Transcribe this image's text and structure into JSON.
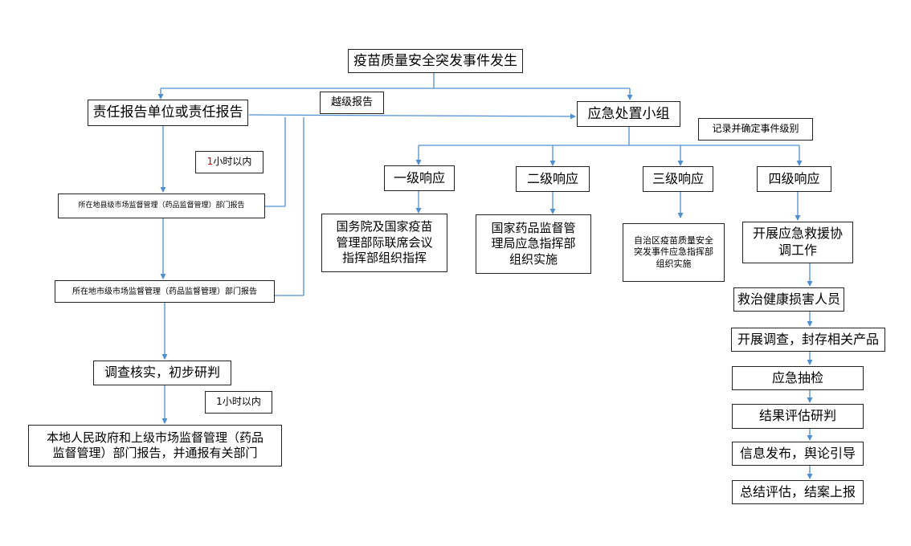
{
  "colors": {
    "connector": "#4f8fd0",
    "border": "#222222",
    "accent": "#c00000"
  },
  "nodes": {
    "event": "疫苗质量安全突发事件发生",
    "report_unit": "责任报告单位或责任报告",
    "skip_level": "越级报告",
    "emergency_team": "应急处置小组",
    "record_level": "记录并确定事件级别",
    "one_hour_1": {
      "digit": "1",
      "text": " 小时以内"
    },
    "county_report": "所在地县级市场监督管理（药品监督管理）部门报告",
    "city_report": "所在地市级市场监督管理（药品监督管理）部门报告",
    "investigate": "调查核实，初步研判",
    "one_hour_2": {
      "digit": "1",
      "text": " 小时以内"
    },
    "local_gov": "本地人民政府和上级市场监督管理（药品\n监督管理）部门报告，并通报有关部门",
    "level1": "一级响应",
    "level2": "二级响应",
    "level3": "三级响应",
    "level4": "四级响应",
    "state_council": "国务院及国家疫苗\n管理部际联席会议\n指挥部组织指挥",
    "nmpa": "国家药品监督管\n理局应急指挥部\n组织实施",
    "region": "自治区疫苗质量安全\n突发事件应急指挥部\n组织实施",
    "rescue": "开展应急救援协\n调工作",
    "treat": "救治健康损害人员",
    "survey": "开展调查，封存相关产品",
    "sampling": "应急抽检",
    "evaluate": "结果评估研判",
    "publish": "信息发布，舆论引导",
    "summary": "总结评估，结案上报"
  }
}
